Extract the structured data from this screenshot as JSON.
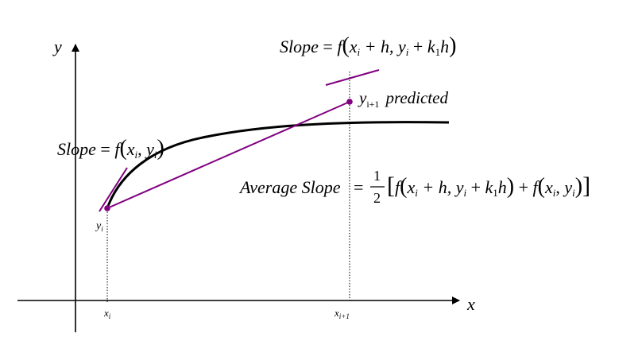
{
  "axes": {
    "x_label": "x",
    "y_label": "y",
    "xi_label": {
      "base": "x",
      "sub": "i"
    },
    "xi1_label": {
      "base": "x",
      "sub": "i+1"
    },
    "yi_label": {
      "base": "y",
      "sub": "i"
    }
  },
  "annotations": {
    "slope_start": {
      "prefix": "Slope",
      "eq": " = ",
      "f": "f",
      "open": "(",
      "x": "x",
      "xsub": "i",
      "comma": ", ",
      "y": "y",
      "ysub": "i",
      "close": ")"
    },
    "slope_end": {
      "prefix": "Slope",
      "eq": " = ",
      "f": "f",
      "open": "(",
      "x": "x",
      "xsub": "i",
      "plus_h": " + h, ",
      "y": "y",
      "ysub": "i",
      "plus": " + ",
      "k": "k",
      "ksub": "1",
      "h": "h",
      "close": ")"
    },
    "predicted": {
      "y": "y",
      "sub": "i+1",
      "word": "predicted"
    },
    "average_slope": {
      "prefix": "Average Slope",
      "eq": " = ",
      "num": "1",
      "den": "2",
      "open_bracket": "[",
      "f1": "f",
      "open1": "(",
      "x1": "x",
      "x1sub": "i",
      "plus_h": " + h, ",
      "y1": "y",
      "y1sub": "i",
      "plus_k": " + ",
      "k": "k",
      "ksub": "1",
      "h": "h",
      "close1": ")",
      "plus_f": " + ",
      "f2": "f",
      "open2": "(",
      "x2": "x",
      "x2sub": "i",
      "comma2": ", ",
      "y2": "y",
      "y2sub": "i",
      "close2": ")",
      "close_bracket": "]"
    }
  },
  "colors": {
    "curve": "#000000",
    "construction": "#800080",
    "axes": "#000000"
  }
}
